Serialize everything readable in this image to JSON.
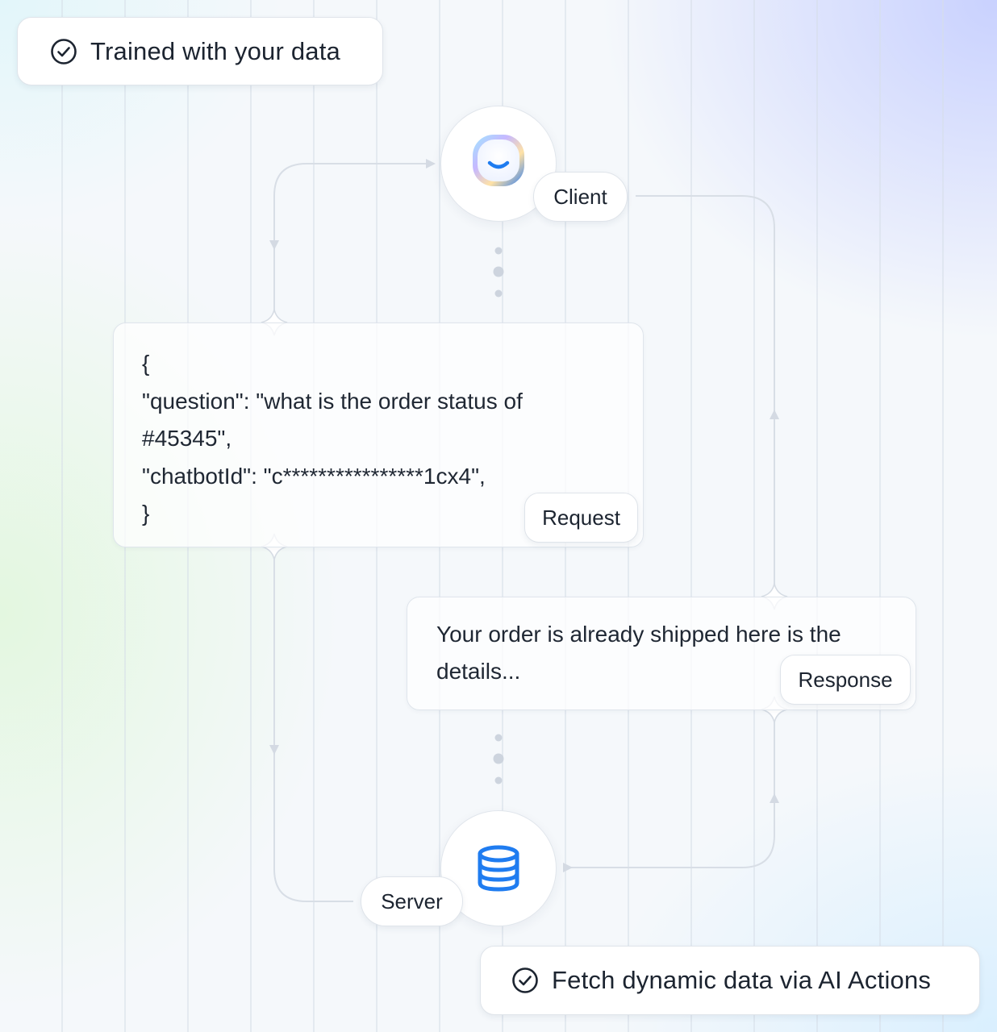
{
  "badges": {
    "top": {
      "label": "Trained with your data",
      "icon": "check-circle-icon"
    },
    "bottom": {
      "label": "Fetch dynamic data via AI Actions",
      "icon": "check-circle-icon"
    }
  },
  "nodes": {
    "client": {
      "label": "Client",
      "icon": "smiley-bot-icon"
    },
    "server": {
      "label": "Server",
      "icon": "database-icon"
    }
  },
  "request": {
    "tag": "Request",
    "lines": [
      "{",
      "\"question\": \"what is the order status of",
      "#45345\",",
      "\"chatbotId\": \"c****************1cx4\",",
      "}"
    ]
  },
  "response": {
    "tag": "Response",
    "lines": [
      "Your order is already shipped here is the",
      "details..."
    ]
  },
  "colors": {
    "accent_blue": "#1f7cf0",
    "line": "#d6dce4",
    "dot": "#cfd6e0"
  }
}
